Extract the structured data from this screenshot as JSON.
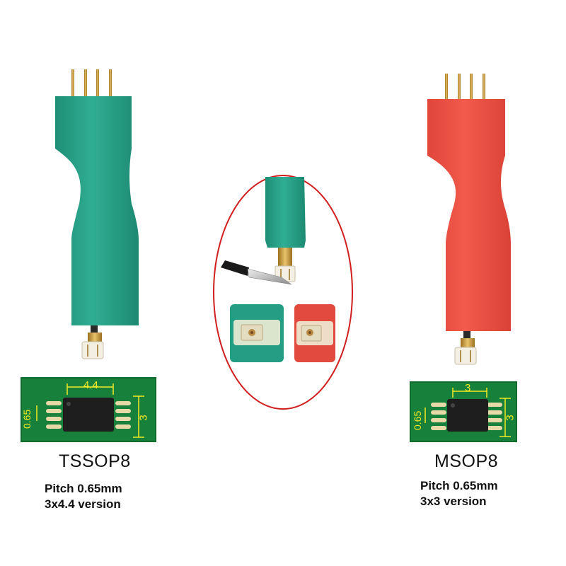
{
  "colors": {
    "teal_probe": "#2aa38a",
    "red_probe": "#ea5042",
    "pcb_green": "#17803a",
    "silkscreen_yellow": "#f2ea26",
    "pin_gold": "#c89a3a",
    "chip_black": "#1e1e1e",
    "ellipse_outline": "#d11e1e"
  },
  "left_product": {
    "pcb_labels": {
      "width": "4.4",
      "pitch": "0.65",
      "length": "3"
    },
    "title": "TSSOP8",
    "spec_line1": "Pitch 0.65mm",
    "spec_line2": "3x4.4 version"
  },
  "right_product": {
    "pcb_labels": {
      "width": "3",
      "pitch": "0.65",
      "length": "3"
    },
    "title": "MSOP8",
    "spec_line1": "Pitch 0.65mm",
    "spec_line2": "3x3 version"
  },
  "center_detail": {
    "icons": [
      "teal-probe-tip-icon",
      "blade-icon",
      "teal-adapter-socket-icon",
      "red-adapter-socket-icon"
    ]
  }
}
